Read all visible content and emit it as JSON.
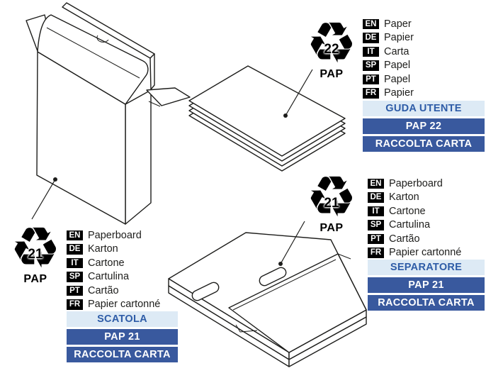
{
  "colors": {
    "banner_dark_bg": "#39599e",
    "banner_dark_text": "#ffffff",
    "banner_light_bg": "#ddeaf5",
    "banner_light_text": "#2e5ca7",
    "language_tag_bg": "#000000",
    "line_art": "#1d1d1b"
  },
  "items": [
    {
      "name": "scatola",
      "illustration": "box",
      "symbol": {
        "number": "21",
        "material": "PAP"
      },
      "languages": [
        {
          "tag": "EN",
          "label": "Paperboard"
        },
        {
          "tag": "DE",
          "label": "Karton"
        },
        {
          "tag": "IT",
          "label": "Cartone"
        },
        {
          "tag": "SP",
          "label": "Cartulina"
        },
        {
          "tag": "PT",
          "label": "Cartão"
        },
        {
          "tag": "FR",
          "label": "Papier cartonné"
        }
      ],
      "banners": [
        "SCATOLA",
        "PAP 21",
        "RACCOLTA CARTA"
      ]
    },
    {
      "name": "guida-utente",
      "illustration": "paper-stack",
      "symbol": {
        "number": "22",
        "material": "PAP"
      },
      "languages": [
        {
          "tag": "EN",
          "label": "Paper"
        },
        {
          "tag": "DE",
          "label": "Papier"
        },
        {
          "tag": "IT",
          "label": "Carta"
        },
        {
          "tag": "SP",
          "label": "Papel"
        },
        {
          "tag": "PT",
          "label": "Papel"
        },
        {
          "tag": "FR",
          "label": "Papier"
        }
      ],
      "banners": [
        "GUDA UTENTE",
        "PAP 22",
        "RACCOLTA CARTA"
      ]
    },
    {
      "name": "separatore",
      "illustration": "separator-tray",
      "symbol": {
        "number": "21",
        "material": "PAP"
      },
      "languages": [
        {
          "tag": "EN",
          "label": "Paperboard"
        },
        {
          "tag": "DE",
          "label": "Karton"
        },
        {
          "tag": "IT",
          "label": "Cartone"
        },
        {
          "tag": "SP",
          "label": "Cartulina"
        },
        {
          "tag": "PT",
          "label": "Cartão"
        },
        {
          "tag": "FR",
          "label": "Papier cartonné"
        }
      ],
      "banners": [
        "SEPARATORE",
        "PAP 21",
        "RACCOLTA CARTA"
      ]
    }
  ]
}
